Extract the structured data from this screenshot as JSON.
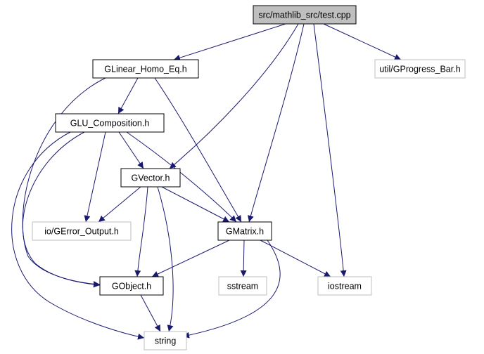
{
  "colors": {
    "edge": "#191970",
    "root_fill": "#bfbfbf",
    "node_border": "#000000",
    "external_border": "#bfbfbf",
    "background": "#ffffff"
  },
  "nodes": [
    {
      "id": "test_cpp",
      "label": "src/mathlib_src/test.cpp",
      "kind": "root"
    },
    {
      "id": "glinear",
      "label": "GLinear_Homo_Eq.h",
      "kind": "header"
    },
    {
      "id": "gprogress",
      "label": "util/GProgress_Bar.h",
      "kind": "external"
    },
    {
      "id": "glu",
      "label": "GLU_Composition.h",
      "kind": "header"
    },
    {
      "id": "gvector",
      "label": "GVector.h",
      "kind": "header"
    },
    {
      "id": "gerror",
      "label": "io/GError_Output.h",
      "kind": "external"
    },
    {
      "id": "gmatrix",
      "label": "GMatrix.h",
      "kind": "header"
    },
    {
      "id": "gobject",
      "label": "GObject.h",
      "kind": "header"
    },
    {
      "id": "sstream",
      "label": "sstream",
      "kind": "external"
    },
    {
      "id": "iostream",
      "label": "iostream",
      "kind": "external"
    },
    {
      "id": "string",
      "label": "string",
      "kind": "external"
    }
  ],
  "edges": [
    {
      "from": "test_cpp",
      "to": "glinear"
    },
    {
      "from": "test_cpp",
      "to": "gprogress"
    },
    {
      "from": "test_cpp",
      "to": "gvector"
    },
    {
      "from": "test_cpp",
      "to": "gmatrix"
    },
    {
      "from": "test_cpp",
      "to": "iostream"
    },
    {
      "from": "glinear",
      "to": "glu"
    },
    {
      "from": "glinear",
      "to": "gmatrix"
    },
    {
      "from": "glinear",
      "to": "gobject"
    },
    {
      "from": "glu",
      "to": "gvector"
    },
    {
      "from": "glu",
      "to": "gerror"
    },
    {
      "from": "glu",
      "to": "gmatrix"
    },
    {
      "from": "glu",
      "to": "gobject"
    },
    {
      "from": "glu",
      "to": "string"
    },
    {
      "from": "gvector",
      "to": "gerror"
    },
    {
      "from": "gvector",
      "to": "gmatrix"
    },
    {
      "from": "gvector",
      "to": "gobject"
    },
    {
      "from": "gvector",
      "to": "string"
    },
    {
      "from": "gmatrix",
      "to": "gobject"
    },
    {
      "from": "gmatrix",
      "to": "sstream"
    },
    {
      "from": "gmatrix",
      "to": "iostream"
    },
    {
      "from": "gmatrix",
      "to": "string"
    },
    {
      "from": "gobject",
      "to": "string"
    }
  ]
}
